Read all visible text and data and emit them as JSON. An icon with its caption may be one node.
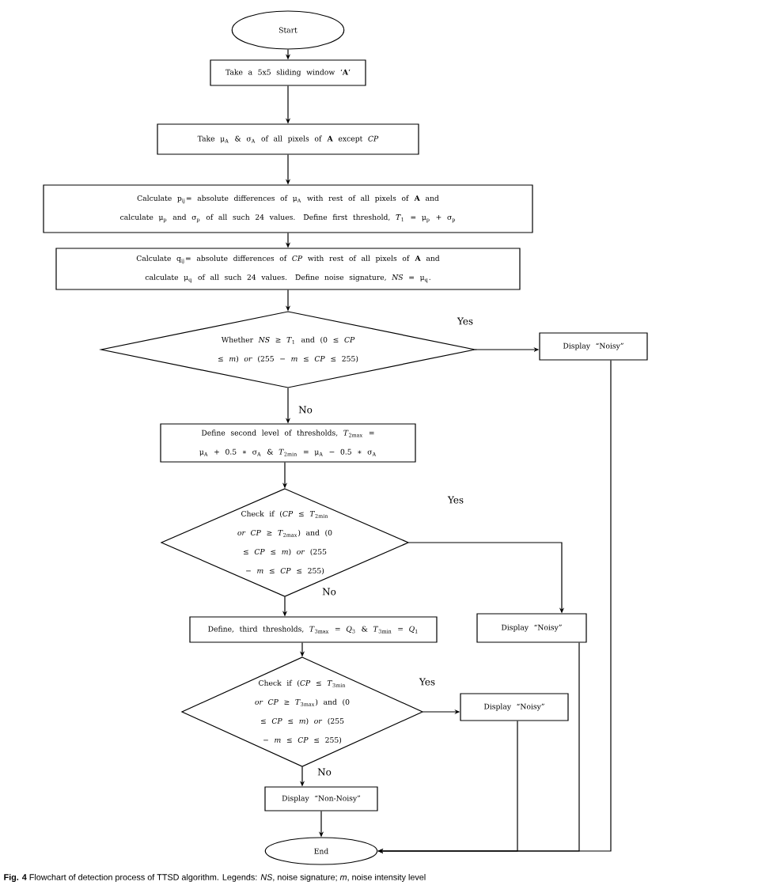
{
  "diagram": {
    "caption": "**Fig. 4** Flowchart of detection process of TTSD algorithm. Legends: *NS*, noise signature; *m*, noise intensity level",
    "nodes": [
      {
        "text": [
          "Start"
        ]
      },
      {
        "text": [
          "Take a 5x5 sliding window ‘**A**’"
        ]
      },
      {
        "text": [
          "Take μ$_{A}$ & σ$_{A}$ of all pixels of **A** except *CP*"
        ]
      },
      {
        "text": [
          "Calculate p$_{ij}$= absolute differences of μ$_{A}$ with rest of all pixels of **A** and calculate μ$_{p}$ and σ$_{p}$ of all such 24 values. Define first threshold, *T*$_{1}$ = μ$_{p}$ + σ$_{p}$"
        ]
      },
      {
        "text": [
          "Calculate q$_{ij}$= absolute differences of *CP* with rest of all pixels of **A** and calculate μ$_{q}$ of all such 24 values. Define noise signature, *NS* = μ$_{q}$."
        ]
      },
      {
        "text": [
          "Whether *NS* ≥ *T*$_{1}$ and (0 ≤ *CP* ≤ *m*) *or* (255 − *m* ≤ *CP* ≤ 255)"
        ]
      },
      {
        "text": [
          "Display “Noisy”"
        ]
      },
      {
        "text": [
          "Define second level of thresholds, *T*$_{2max}$ = μ$_{A}$ + 0.5 ∗ σ$_{A}$ & *T*$_{2min}$ = μ$_{A}$ − 0.5 ∗ σ$_{A}$"
        ]
      },
      {
        "text": [
          "Check if (*CP* ≤ *T*$_{2min}$ *or CP* ≥ *T*$_{2max}$) and (0 ≤ *CP* ≤ *m*) *or* (255 − *m* ≤ *CP* ≤ 255)"
        ]
      },
      {
        "text": [
          "Display “Noisy”"
        ]
      },
      {
        "text": [
          "Define, third thresholds, *T*$_{3max}$ = *Q*$_{3}$ & *T*$_{3min}$ = *Q*$_{1}$"
        ]
      },
      {
        "text": [
          "Check if (*CP* ≤ *T*$_{3min}$ *or CP* ≥ *T*$_{3max}$) and (0 ≤ *CP* ≤ *m*) *or* (255 − *m* ≤ *CP* ≤ 255)"
        ]
      },
      {
        "text": [
          "Display “Noisy”"
        ]
      },
      {
        "text": [
          "Display “Non-Noisy”"
        ]
      },
      {
        "text": [
          "End"
        ]
      }
    ],
    "edges": [
      {
        "from": 0,
        "to": 1,
        "arrow": "to"
      },
      {
        "from": 1,
        "to": 2,
        "arrow": "to"
      },
      {
        "from": 2,
        "to": 3,
        "arrow": "to"
      },
      {
        "from": 3,
        "to": 4,
        "arrow": "to"
      },
      {
        "from": 4,
        "to": 5,
        "arrow": "to"
      },
      {
        "from": 5,
        "to": 6,
        "arrow": "to",
        "label": "Yes"
      },
      {
        "from": 5,
        "to": 7,
        "arrow": "to",
        "label": "No"
      },
      {
        "from": 7,
        "to": 8,
        "arrow": "to"
      },
      {
        "from": 8,
        "to": 9,
        "arrow": "to",
        "label": "Yes"
      },
      {
        "from": 8,
        "to": 10,
        "arrow": "to",
        "label": "No"
      },
      {
        "from": 10,
        "to": 11,
        "arrow": "to"
      },
      {
        "from": 11,
        "to": 12,
        "arrow": "to",
        "label": "Yes"
      },
      {
        "from": 11,
        "to": 13,
        "arrow": "to",
        "label": "No"
      },
      {
        "from": 13,
        "to": 14,
        "arrow": "to"
      },
      {
        "from": 12,
        "to": 14,
        "arrow": "to"
      },
      {
        "from": 9,
        "to": 14,
        "arrow": "to"
      },
      {
        "from": 6,
        "to": 14,
        "arrow": "to"
      }
    ]
  }
}
